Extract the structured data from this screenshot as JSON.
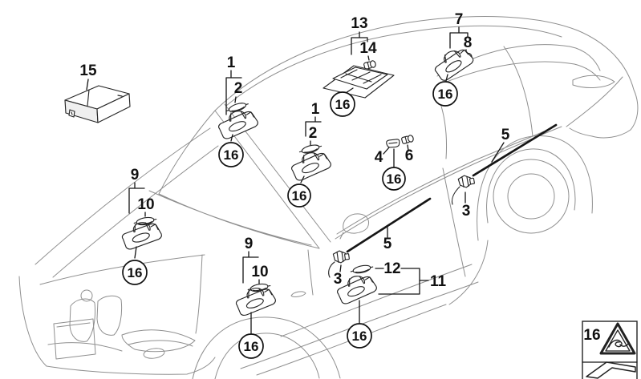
{
  "figure": {
    "kind": "vehicle interior lights parts diagram",
    "colors": {
      "background": "#ffffff",
      "car_line": "#8f8f8f",
      "ink": "#111111"
    }
  },
  "callouts": {
    "item1": "1",
    "item2": "2",
    "item3": "3",
    "item4": "4",
    "item5": "5",
    "item6": "6",
    "item7": "7",
    "item8": "8",
    "item9": "9",
    "item10": "10",
    "item11": "11",
    "item12": "12",
    "item13": "13",
    "item14": "14",
    "item15": "15",
    "item16": "16"
  },
  "legend": {
    "ref": "16"
  }
}
